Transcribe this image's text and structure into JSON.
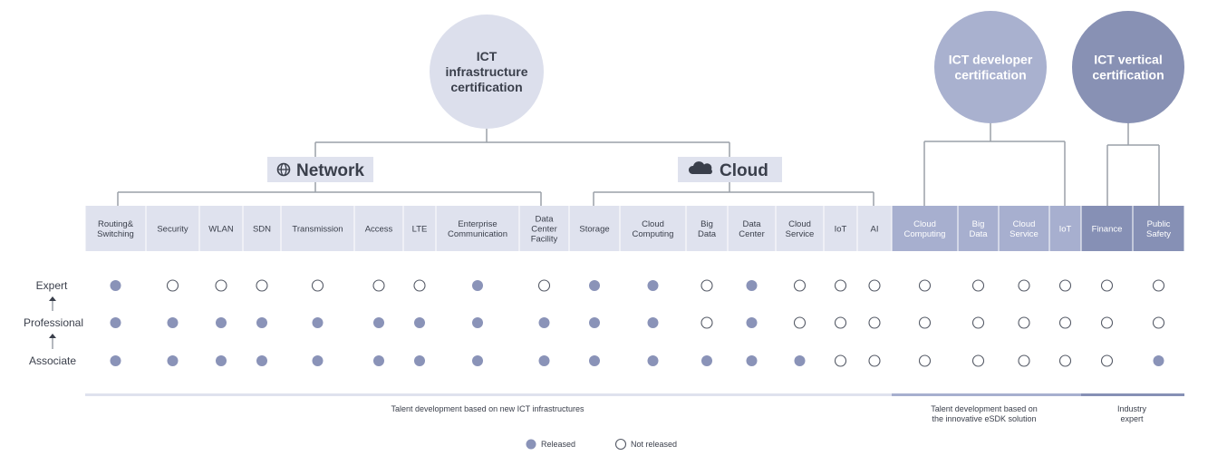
{
  "colors": {
    "infra_circle": "#dcdfec",
    "infra_header": "#dfe2ee",
    "dev_circle": "#a9b1cf",
    "dev_header": "#a7afcf",
    "vert_circle": "#8891b4",
    "vert_header": "#8690b5",
    "released": "#8a93b8",
    "line": "#9aa0a8",
    "text_dark": "#3a3f4b",
    "text_light": "#ffffff"
  },
  "circles": {
    "infra": {
      "lines": [
        "ICT",
        "infrastructure",
        "certification"
      ]
    },
    "dev": {
      "lines": [
        "ICT developer",
        "certification"
      ]
    },
    "vert": {
      "lines": [
        "ICT vertical",
        "certification"
      ]
    }
  },
  "categories": {
    "network": {
      "label": "Network",
      "icon": "globe-icon"
    },
    "cloud": {
      "label": "Cloud",
      "icon": "cloud-icon"
    }
  },
  "levels": [
    "Expert",
    "Professional",
    "Associate"
  ],
  "tracks": [
    {
      "group": "infra",
      "label": [
        "Routing&",
        "Switching"
      ],
      "status": [
        1,
        1,
        1
      ]
    },
    {
      "group": "infra",
      "label": [
        "Security"
      ],
      "status": [
        0,
        1,
        1
      ]
    },
    {
      "group": "infra",
      "label": [
        "WLAN"
      ],
      "status": [
        0,
        1,
        1
      ]
    },
    {
      "group": "infra",
      "label": [
        "SDN"
      ],
      "status": [
        0,
        1,
        1
      ]
    },
    {
      "group": "infra",
      "label": [
        "Transmission"
      ],
      "status": [
        0,
        1,
        1
      ]
    },
    {
      "group": "infra",
      "label": [
        "Access"
      ],
      "status": [
        0,
        1,
        1
      ]
    },
    {
      "group": "infra",
      "label": [
        "LTE"
      ],
      "status": [
        0,
        1,
        1
      ]
    },
    {
      "group": "infra",
      "label": [
        "Enterprise",
        "Communication"
      ],
      "status": [
        1,
        1,
        1
      ]
    },
    {
      "group": "infra",
      "label": [
        "Data",
        "Center",
        "Facility"
      ],
      "status": [
        0,
        1,
        1
      ]
    },
    {
      "group": "infra",
      "label": [
        "Storage"
      ],
      "status": [
        1,
        1,
        1
      ]
    },
    {
      "group": "infra",
      "label": [
        "Cloud",
        "Computing"
      ],
      "status": [
        1,
        1,
        1
      ]
    },
    {
      "group": "infra",
      "label": [
        "Big",
        "Data"
      ],
      "status": [
        0,
        0,
        1
      ]
    },
    {
      "group": "infra",
      "label": [
        "Data",
        "Center"
      ],
      "status": [
        1,
        1,
        1
      ]
    },
    {
      "group": "infra",
      "label": [
        "Cloud",
        "Service"
      ],
      "status": [
        0,
        0,
        1
      ]
    },
    {
      "group": "infra",
      "label": [
        "IoT"
      ],
      "status": [
        0,
        0,
        0
      ]
    },
    {
      "group": "infra",
      "label": [
        "AI"
      ],
      "status": [
        0,
        0,
        0
      ]
    },
    {
      "group": "dev",
      "label": [
        "Cloud",
        "Computing"
      ],
      "status": [
        0,
        0,
        0
      ]
    },
    {
      "group": "dev",
      "label": [
        "Big",
        "Data"
      ],
      "status": [
        0,
        0,
        0
      ]
    },
    {
      "group": "dev",
      "label": [
        "Cloud",
        "Service"
      ],
      "status": [
        0,
        0,
        0
      ]
    },
    {
      "group": "dev",
      "label": [
        "IoT"
      ],
      "status": [
        0,
        0,
        0
      ]
    },
    {
      "group": "vert",
      "label": [
        "Finance"
      ],
      "status": [
        0,
        0,
        0
      ]
    },
    {
      "group": "vert",
      "label": [
        "Public",
        "Safety"
      ],
      "status": [
        0,
        0,
        1
      ]
    }
  ],
  "footer": {
    "infra": [
      "Talent development based on new ICT infrastructures"
    ],
    "dev": [
      "Talent development based on",
      "the innovative eSDK solution"
    ],
    "vert": [
      "Industry",
      "expert"
    ]
  },
  "legend": {
    "released": "Released",
    "not_released": "Not released"
  }
}
